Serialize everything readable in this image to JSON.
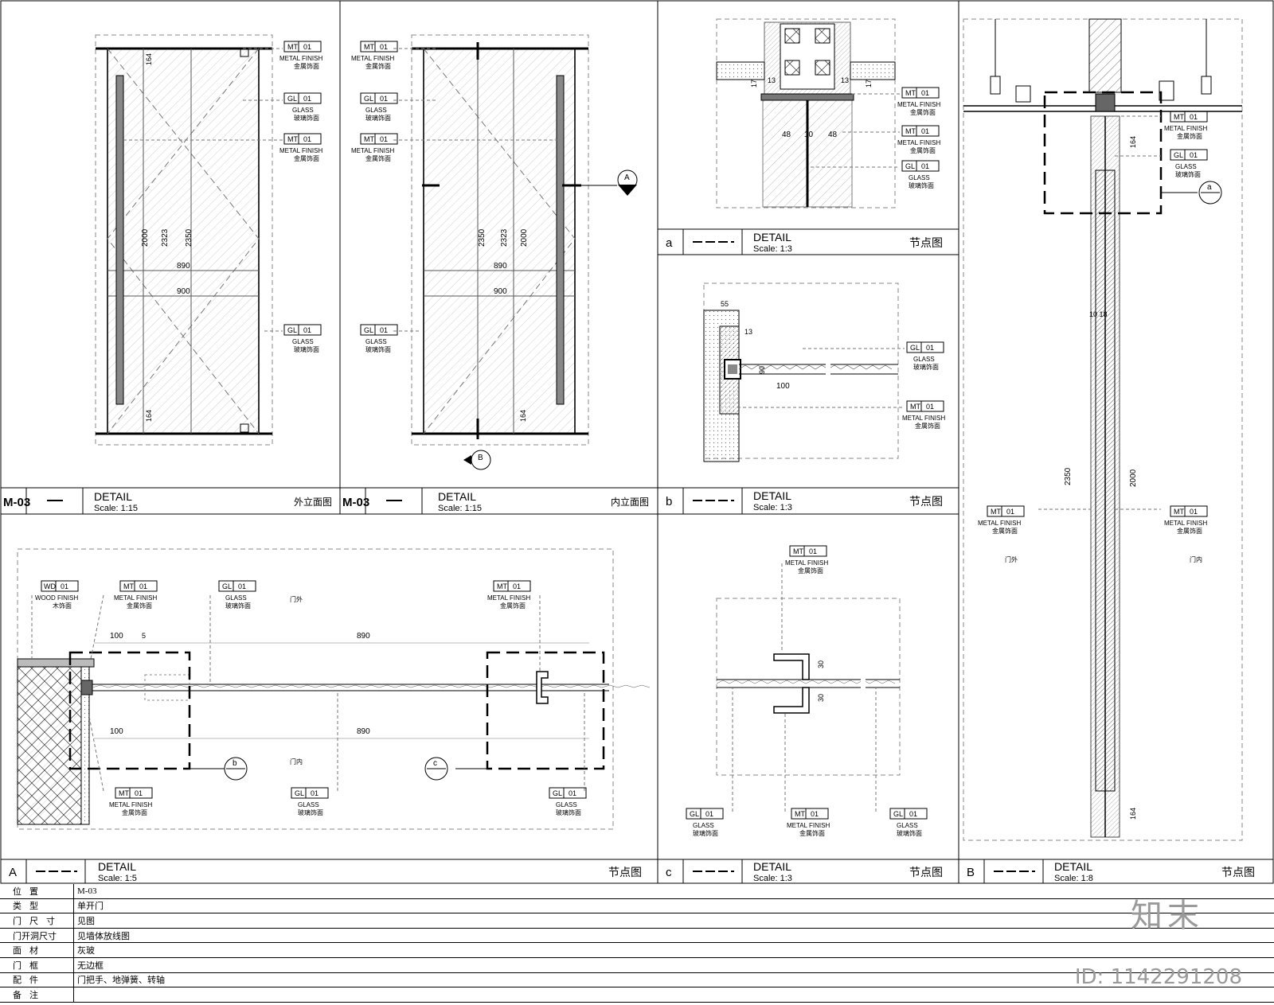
{
  "drawing": {
    "panels": [
      {
        "id": "ext",
        "mark": "M-03",
        "title": "DETAIL",
        "scale": "Scale: 1:15",
        "name": "外立面图"
      },
      {
        "id": "int",
        "mark": "M-03",
        "title": "DETAIL",
        "scale": "Scale: 1:15",
        "name": "内立面图"
      },
      {
        "id": "a",
        "mark": "a",
        "title": "DETAIL",
        "scale": "Scale: 1:3",
        "name": "节点图"
      },
      {
        "id": "b",
        "mark": "b",
        "title": "DETAIL",
        "scale": "Scale: 1:3",
        "name": "节点图"
      },
      {
        "id": "A",
        "mark": "A",
        "title": "DETAIL",
        "scale": "Scale: 1:5",
        "name": "节点图"
      },
      {
        "id": "c",
        "mark": "c",
        "title": "DETAIL",
        "scale": "Scale: 1:3",
        "name": "节点图"
      },
      {
        "id": "B",
        "mark": "B",
        "title": "DETAIL",
        "scale": "Scale: 1:8",
        "name": "节点图"
      }
    ],
    "materials": {
      "metal": {
        "code": "MT",
        "num": "01",
        "en": "METAL FINISH",
        "cn": "金属饰面"
      },
      "glass": {
        "code": "GL",
        "num": "01",
        "en": "GLASS",
        "cn": "玻璃饰面"
      },
      "wood": {
        "code": "WD",
        "num": "01",
        "en": "WOOD FINISH",
        "cn": "木饰面"
      }
    },
    "dims": {
      "d164": "164",
      "d2000": "2000",
      "d2323": "2323",
      "d2350": "2350",
      "d890": "890",
      "d900": "900",
      "d10": "10",
      "d100": "100",
      "d48": "48",
      "d13": "13",
      "d17": "17",
      "d55": "55",
      "d90": "90",
      "d5": "5",
      "d30": "30",
      "d1018": "10 18"
    },
    "labels": {
      "outside": "门外",
      "inside": "门内",
      "cutA": "A",
      "cutB": "B",
      "refb": "b",
      "refc": "c",
      "refa": "a"
    }
  },
  "spec": {
    "rows": [
      {
        "key": "位置",
        "value": "M-03"
      },
      {
        "key": "类型",
        "value": "单开门"
      },
      {
        "key": "门尺寸",
        "value": "见图"
      },
      {
        "key": "门开洞尺寸",
        "value": "见墙体放线图"
      },
      {
        "key": "面材",
        "value": "灰玻"
      },
      {
        "key": "门框",
        "value": "无边框"
      },
      {
        "key": "配件",
        "value": "门把手、地弹簧、转轴"
      },
      {
        "key": "备注",
        "value": ""
      }
    ]
  },
  "brand": {
    "logo": "知末",
    "id": "ID: 1142291208"
  }
}
